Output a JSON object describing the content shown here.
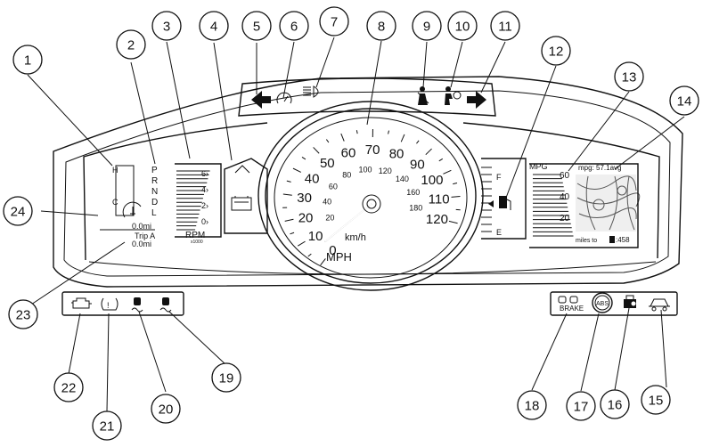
{
  "speedometer": {
    "mph_labels": [
      "0",
      "10",
      "20",
      "30",
      "40",
      "50",
      "60",
      "70",
      "80",
      "90",
      "100",
      "110",
      "120"
    ],
    "kmh_labels": [
      "20",
      "40",
      "60",
      "80",
      "100",
      "120",
      "140",
      "160",
      "180"
    ],
    "kmh_unit": "km/h",
    "mph_unit": "MPH",
    "needle_value_mph": 0
  },
  "tachometer": {
    "labels": [
      "6",
      "4",
      "2",
      "0"
    ],
    "unit": "RPM",
    "multiplier": "x1000"
  },
  "gear_indicator": [
    "P",
    "R",
    "N",
    "D",
    "L"
  ],
  "temp_gauge": {
    "hot_label": "H",
    "cold_label": "C"
  },
  "fuel_gauge": {
    "full_label": "F",
    "empty_label": "E"
  },
  "odometer": {
    "odo": "0.0mi",
    "trip_label": "Trip A",
    "trip": "0.0mi"
  },
  "mpg_display": {
    "title": "MPG",
    "scale": [
      "60",
      "40",
      "20"
    ],
    "avg_text": "mpg: 57.1avg",
    "range_text": "miles to",
    "range_value": ":458"
  },
  "brake_label": "BRAKE",
  "abs_label": "ABS",
  "callouts": [
    "1",
    "2",
    "3",
    "4",
    "5",
    "6",
    "7",
    "8",
    "9",
    "10",
    "11",
    "12",
    "13",
    "14",
    "15",
    "16",
    "17",
    "18",
    "19",
    "20",
    "21",
    "22",
    "23",
    "24"
  ]
}
